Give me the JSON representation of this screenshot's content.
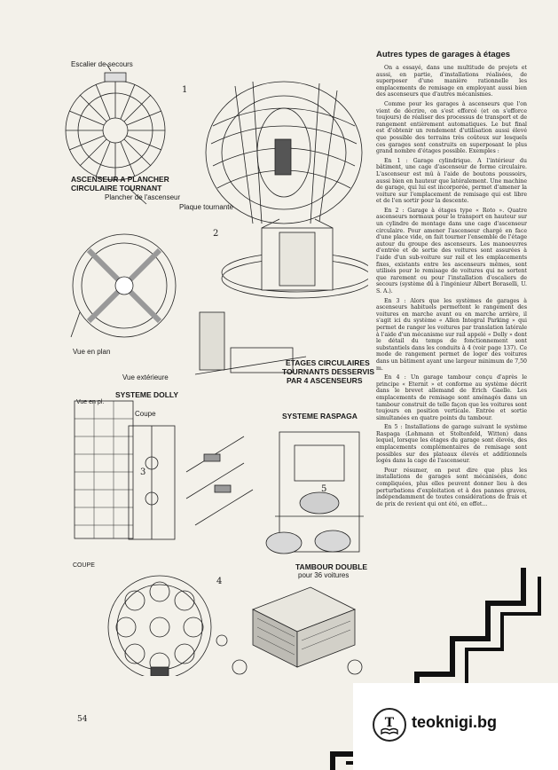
{
  "labels": {
    "escalier": "Escalier de secours",
    "ascenseur": "ASCENSEUR A PLANCHER",
    "circulaire": "CIRCULAIRE TOURNANT",
    "plancher": "Plancher de l'ascenseur",
    "plaque": "Plaque tournante",
    "vue_plan": "Vue en plan",
    "vue_ext": "Vue extérieure",
    "etages1": "ETAGES CIRCULAIRES",
    "etages2": "TOURNANTS DESSERVIS",
    "etages3": "PAR 4 ASCENSEURS",
    "dolly": "SYSTEME DOLLY",
    "vue_plan_small": "Vue en pl.",
    "coupe": "Coupe",
    "raspaga": "SYSTEME RASPAGA",
    "coupe2": "COUPE",
    "tambour": "TAMBOUR DOUBLE",
    "voitures": "pour 36 voitures"
  },
  "figure_numbers": [
    "1",
    "2",
    "3",
    "4",
    "5"
  ],
  "article": {
    "title": "Autres types de garages à étages",
    "paragraphs": [
      "On a essayé, dans une multitude de projets et aussi, en partie, d'installations réalisées, de superposer d'une manière rationnelle les emplacements de remisage en employant aussi bien des ascenseurs que d'autres mécanismes.",
      "Comme pour les garages à ascenseurs que l'on vient de décrire, on s'est efforcé (et on s'efforce toujours) de réaliser des processus de transport et de rangement entièrement automatiques. Le but final est d'obtenir un rendement d'utilisation aussi élevé que possible des terrains très coûteux sur lesquels ces garages sont construits en superposant le plus grand nombre d'étages possible. Exemples :",
      "En 1 : Garage cylindrique. A l'intérieur du bâtiment, une cage d'ascenseur de forme circulaire. L'ascenseur est mû à l'aide de boutons poussoirs, aussi bien en hauteur que latéralement. Une machine de garage, qui lui est incorporée, permet d'amener la voiture sur l'emplacement de remisage qui est libre et de l'en sortir pour la descente.",
      "En 2 : Garage à étages type « Roto ». Quatre ascenseurs normaux pour le transport en hauteur sur un cylindre de montage dans une cage d'ascenseur circulaire. Pour amener l'ascenseur chargé en face d'une place vide, on fait tourner l'ensemble de l'étage autour du groupe des ascenseurs. Les manoeuvres d'entrée et de sortie des voitures sont assurées à l'aide d'un sub-voiture sur rail et les emplacements fixes, existants entre les ascenseurs mêmes, sont utilisés pour le remisage de voitures qui ne sortent que rarement ou pour l'installation d'escaliers de secours (système dû à l'ingénieur Albert Boraselli, U. S. A.).",
      "En 3 : Alors que les systèmes de garages à ascenseurs habituels permettent le rangement des voitures en marche avant ou en marche arrière, il s'agit ici du système « Allen Integral Parking » qui permet de ranger les voitures par translation latérale à l'aide d'un mécanisme sur rail appelé « Dolly » dont le détail du temps de fonctionnement sont substantiels dans les conduits à 4 (voir page 137). Ce mode de rangement permet de loger des voitures dans un bâtiment ayant une largeur minimum de 7,50 m.",
      "En 4 : Un garage tambour conçu d'après le principe « Eternit » et conforme au système décrit dans le brevet allemand de Erich Gaelle. Les emplacements de remisage sont aménagés dans un tambour construit de telle façon que les voitures sont toujours en position verticale. Entrée et sortie simultanées en quatre points du tambour.",
      "En 5 : Installations de garage suivant le système Raspaga (Lohmann et Stoltenfeld, Witten) dans lequel, lorsque les étages du garage sont élevés, des emplacements complémentaires de remisage sont possibles sur des plateaux élevés et additionnels logés dans la cage de l'ascenseur.",
      "Pour résumer, on peut dire que plus les installations de garages sont mécanisées, donc compliquées, plus elles peuvent donner lieu à des perturbations d'exploitation et à des pannes graves, indépendamment de toutes considérations de frais et de prix de revient qui ont été, en effet..."
    ]
  },
  "page_number": "54",
  "logo": {
    "text": "teoknigi.bg",
    "letter": "T"
  }
}
